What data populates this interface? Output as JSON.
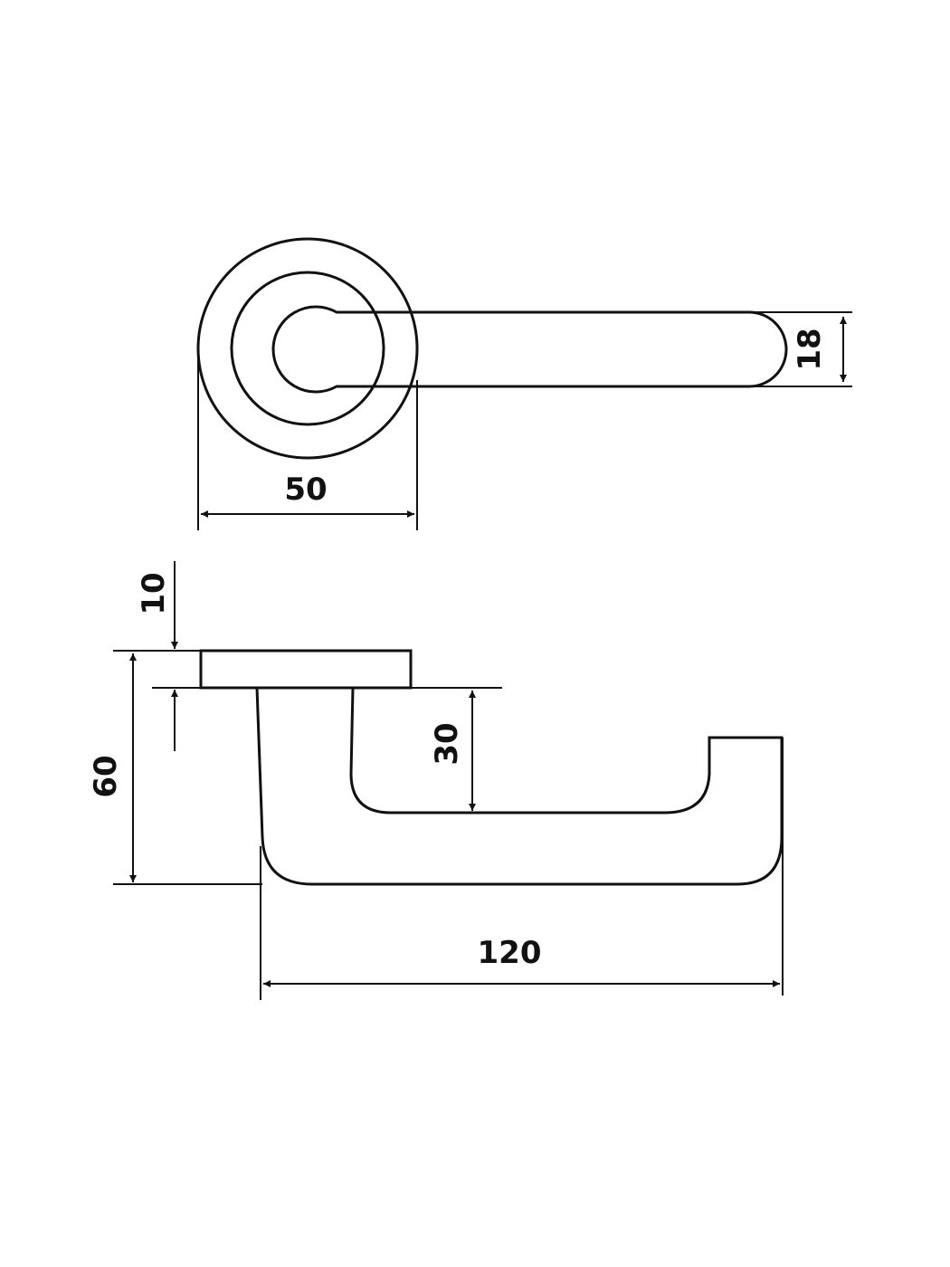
{
  "drawing": {
    "top_view": {
      "rosette_diameter_label": "50",
      "lever_thickness_label": "18"
    },
    "side_view": {
      "rosette_thickness_label": "10",
      "total_height_label": "60",
      "grip_depth_label": "30",
      "lever_length_label": "120"
    }
  }
}
